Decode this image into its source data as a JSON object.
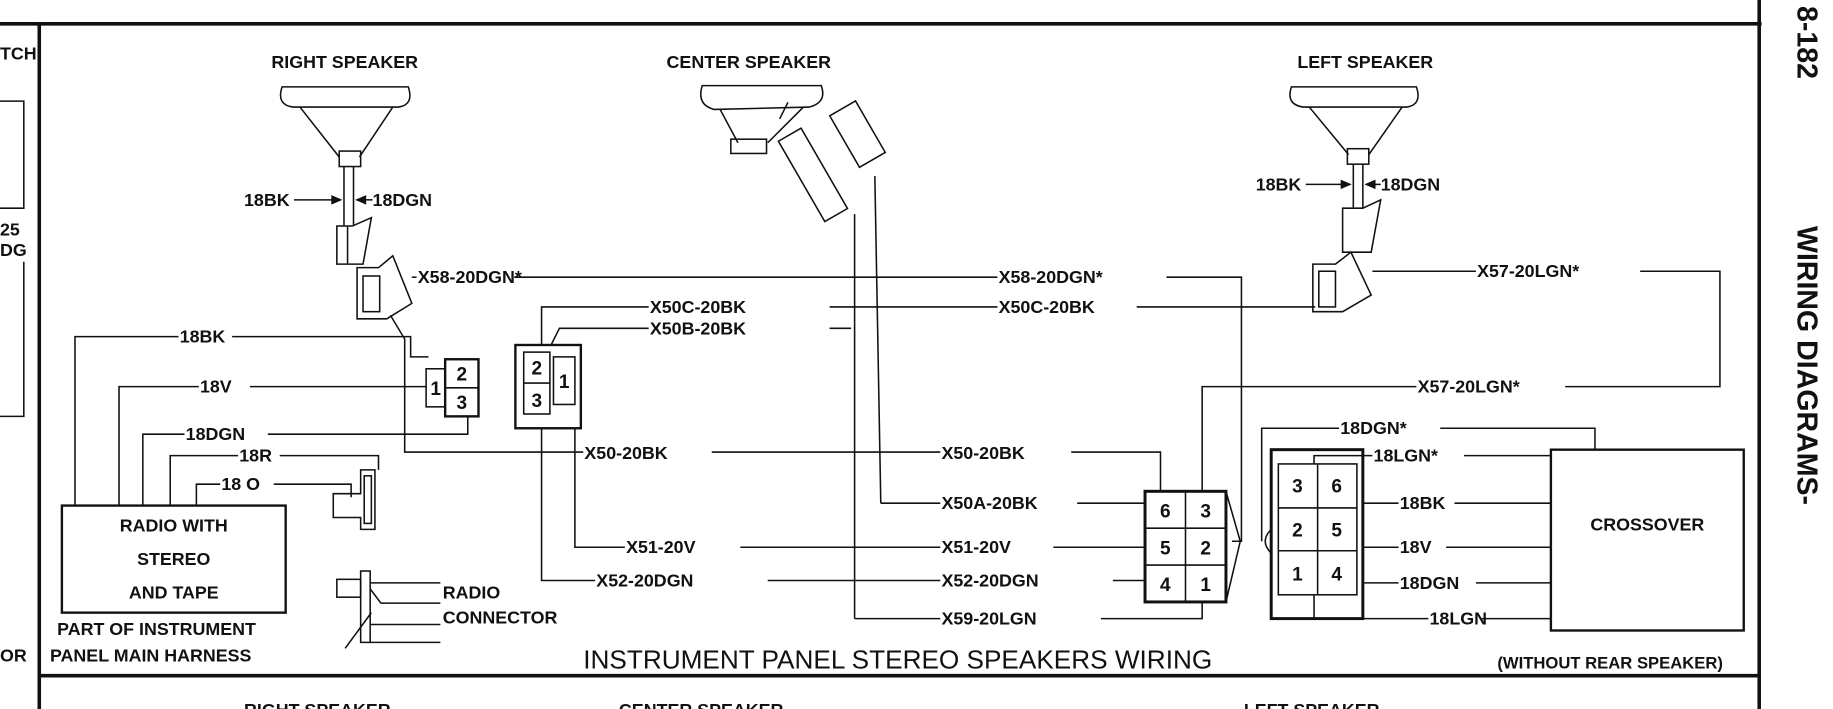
{
  "page": {
    "number": "8-182",
    "section": "WIRING DIAGRAMS-"
  },
  "left_fragments": {
    "a": "TCH",
    "b": "25",
    "c": "DG",
    "d": "OR"
  },
  "title": {
    "main": "INSTRUMENT PANEL STEREO SPEAKERS WIRING",
    "sub": "(WITHOUT REAR SPEAKER)"
  },
  "speakers": {
    "right": "RIGHT SPEAKER",
    "center": "CENTER SPEAKER",
    "left": "LEFT SPEAKER"
  },
  "right_speaker_wires": {
    "bk": "18BK",
    "dgn": "18DGN"
  },
  "left_speaker_wires": {
    "bk": "18BK",
    "dgn": "18DGN"
  },
  "radio": {
    "line1": "RADIO WITH",
    "line2": "STEREO",
    "line3": "AND TAPE",
    "harness1": "PART OF INSTRUMENT",
    "harness2": "PANEL MAIN HARNESS",
    "connector1": "RADIO",
    "connector2": "CONNECTOR"
  },
  "radio_wires": {
    "bk": "18BK",
    "v": "18V",
    "dgn": "18DGN",
    "r": "18R",
    "o": "18 O"
  },
  "circuits": {
    "x58a": "X58-20DGN*",
    "x58b": "X58-20DGN*",
    "x50c_a": "X50C-20BK",
    "x50c_b": "X50C-20BK",
    "x50b": "X50B-20BK",
    "x50a": "X50-20BK",
    "x50b2": "X50-20BK",
    "x50a_bk": "X50A-20BK",
    "x51a": "X51-20V",
    "x51b": "X51-20V",
    "x52a": "X52-20DGN",
    "x52b": "X52-20DGN",
    "x59": "X59-20LGN",
    "x57a": "X57-20LGN*",
    "x57b": "X57-20LGN*"
  },
  "crossover": {
    "label": "CROSSOVER",
    "wires": {
      "dgn_star": "18DGN*",
      "lgn_star": "18LGN*",
      "bk": "18BK",
      "v": "18V",
      "dgn": "18DGN",
      "lgn": "18LGN"
    }
  },
  "connectors": {
    "three_pin_a": [
      "1",
      "2",
      "3"
    ],
    "three_pin_b": [
      "2",
      "3",
      "1"
    ],
    "six_pin_a": [
      "6",
      "3",
      "5",
      "2",
      "4",
      "1"
    ],
    "six_pin_b": [
      "3",
      "6",
      "2",
      "5",
      "1",
      "4"
    ]
  }
}
